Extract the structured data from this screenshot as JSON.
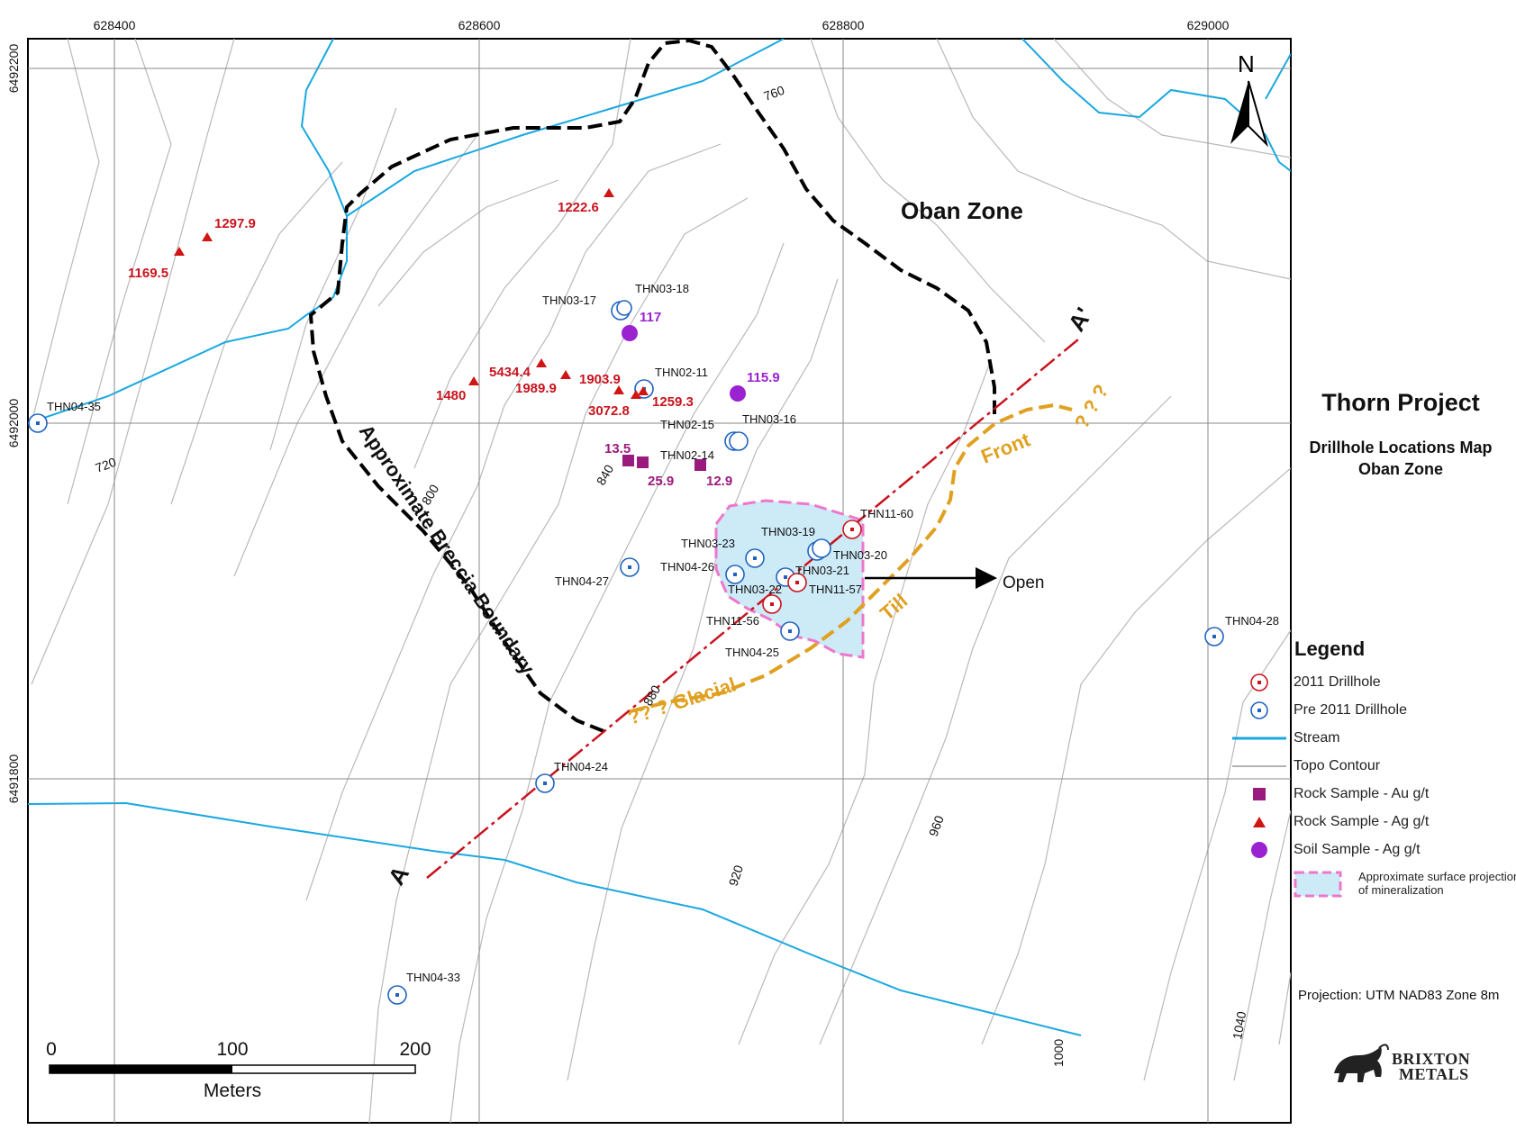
{
  "colors": {
    "stream": "#1aa8e0",
    "contour": "#b9b9b9",
    "grid": "#8a8a8a",
    "boundary": "#000000",
    "section_line": "#c8141e",
    "glacial_front": "#e0a020",
    "mineralization_fill": "#cdeaf7",
    "mineralization_border": "#ee77cc",
    "drill_2011": "#c8141e",
    "drill_pre2011": "#1f63c0",
    "rock_au": "#9b1a7d",
    "rock_ag": "#d11414",
    "soil_ag": "#9b22d0"
  },
  "map": {
    "x_ticks": [
      "628400",
      "628600",
      "628800",
      "629000"
    ],
    "y_ticks": [
      "6492200",
      "6492000",
      "6491800"
    ],
    "zone_label": "Oban Zone",
    "boundary_label": "Approximate Breccia Boundary",
    "section_start": "A",
    "section_end": "A'",
    "glacial_front_labels": [
      "?? ? Glacial",
      "Till",
      "Front",
      "? ? ?"
    ],
    "open_label": "Open",
    "north_label": "N",
    "contours": [
      "720",
      "760",
      "800",
      "840",
      "880",
      "920",
      "960",
      "1000",
      "1040"
    ],
    "drillholes_2011": [
      {
        "id": "THN11-60"
      },
      {
        "id": "THN11-57"
      },
      {
        "id": "THN11-56"
      }
    ],
    "drillholes_pre2011": [
      {
        "id": "THN03-17"
      },
      {
        "id": "THN03-18"
      },
      {
        "id": "THN02-11"
      },
      {
        "id": "THN02-15"
      },
      {
        "id": "THN03-16"
      },
      {
        "id": "THN02-14"
      },
      {
        "id": "THN03-23"
      },
      {
        "id": "THN03-19"
      },
      {
        "id": "THN03-20"
      },
      {
        "id": "THN03-21"
      },
      {
        "id": "THN04-26"
      },
      {
        "id": "THN03-22"
      },
      {
        "id": "THN04-27"
      },
      {
        "id": "THN04-25"
      },
      {
        "id": "THN04-28"
      },
      {
        "id": "THN04-35"
      },
      {
        "id": "THN04-24"
      },
      {
        "id": "THN04-33"
      }
    ],
    "rock_samples_ag": [
      "1297.9",
      "1169.5",
      "1222.6",
      "5434.4",
      "1480",
      "1989.9",
      "1903.9",
      "3072.8",
      "1259.3"
    ],
    "rock_samples_au": [
      "13.5",
      "25.9",
      "12.9"
    ],
    "soil_samples_ag": [
      "117",
      "115.9"
    ]
  },
  "scale_bar": {
    "labels": [
      "0",
      "100",
      "200"
    ],
    "unit": "Meters"
  },
  "title": {
    "project": "Thorn Project",
    "subtitle_1": "Drillhole Locations Map",
    "subtitle_2": "Oban Zone"
  },
  "legend": {
    "heading": "Legend",
    "items": [
      {
        "label": "2011 Drillhole",
        "icon": "drillhole-2011-icon"
      },
      {
        "label": "Pre 2011 Drillhole",
        "icon": "drillhole-pre2011-icon"
      },
      {
        "label": "Stream",
        "icon": "stream-line-icon"
      },
      {
        "label": "Topo Contour",
        "icon": "contour-line-icon"
      },
      {
        "label": "Rock Sample - Au g/t",
        "icon": "square-icon"
      },
      {
        "label": "Rock Sample - Ag g/t",
        "icon": "triangle-icon"
      },
      {
        "label": "Soil Sample - Ag g/t",
        "icon": "circle-icon"
      },
      {
        "label": "Approximate surface projection of mineralization",
        "icon": "mineralization-box-icon"
      }
    ]
  },
  "projection": "Projection: UTM NAD83 Zone 8m",
  "logo": {
    "line1": "BRIXTON",
    "line2": "METALS"
  }
}
